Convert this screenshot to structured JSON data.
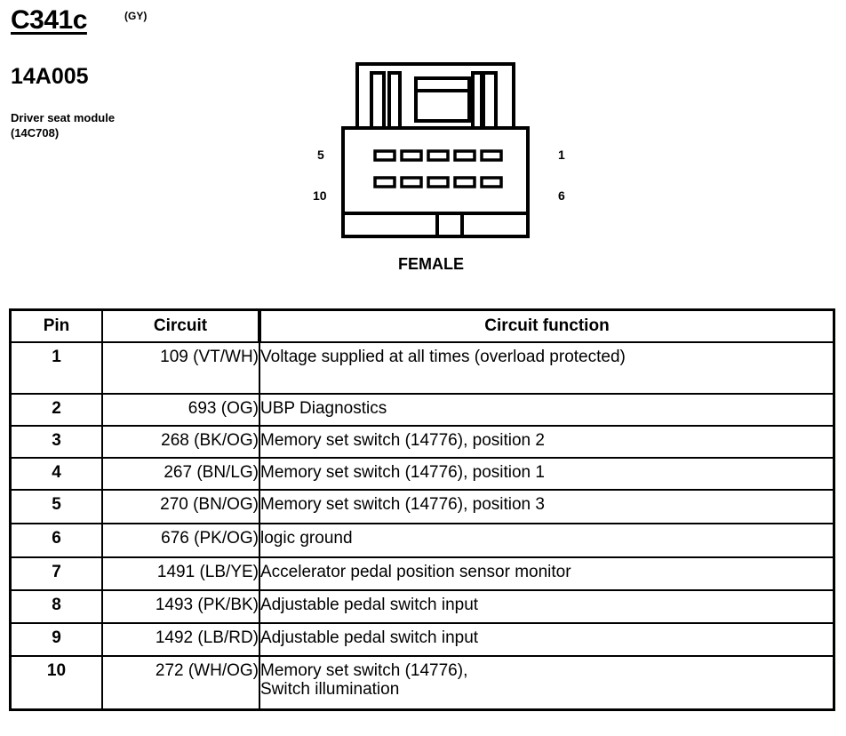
{
  "header": {
    "connector_id": "C341c",
    "color_code": "(GY)",
    "part_number": "14A005",
    "description_line1": "Driver seat module",
    "description_line2": "(14C708)"
  },
  "diagram": {
    "pin_label_5": "5",
    "pin_label_1": "1",
    "pin_label_10": "10",
    "pin_label_6": "6",
    "gender": "FEMALE"
  },
  "table": {
    "headers": {
      "pin": "Pin",
      "circuit": "Circuit",
      "function": "Circuit function"
    },
    "rows": [
      {
        "pin": "1",
        "circuit": "109 (VT/WH)",
        "function": "Voltage supplied at all times (overload protected)",
        "function2": ""
      },
      {
        "pin": "2",
        "circuit": "693 (OG)",
        "function": "UBP Diagnostics",
        "function2": ""
      },
      {
        "pin": "3",
        "circuit": "268 (BK/OG)",
        "function": "Memory set switch (14776), position 2",
        "function2": ""
      },
      {
        "pin": "4",
        "circuit": "267 (BN/LG)",
        "function": "Memory set switch (14776), position 1",
        "function2": ""
      },
      {
        "pin": "5",
        "circuit": "270 (BN/OG)",
        "function": "Memory set switch (14776), position 3",
        "function2": ""
      },
      {
        "pin": "6",
        "circuit": "676 (PK/OG)",
        "function": "logic ground",
        "function2": ""
      },
      {
        "pin": "7",
        "circuit": "1491 (LB/YE)",
        "function": "Accelerator pedal position sensor monitor",
        "function2": ""
      },
      {
        "pin": "8",
        "circuit": "1493 (PK/BK)",
        "function": "Adjustable pedal switch input",
        "function2": ""
      },
      {
        "pin": "9",
        "circuit": "1492 (LB/RD)",
        "function": "Adjustable pedal switch input",
        "function2": ""
      },
      {
        "pin": "10",
        "circuit": "272 (WH/OG)",
        "function": "Memory set switch (14776),",
        "function2": "Switch illumination"
      }
    ]
  }
}
